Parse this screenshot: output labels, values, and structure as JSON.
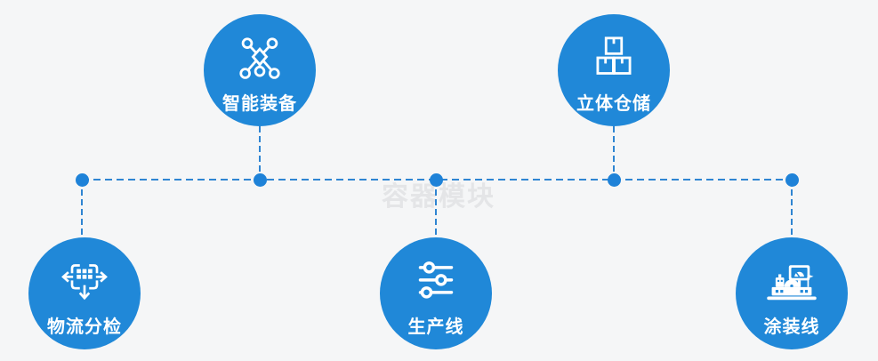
{
  "diagram": {
    "background_color": "#f5f6f7",
    "node_color": "#2088d8",
    "connector_color": "#2f85d2",
    "junction_dot_color": "#1e82d8",
    "label_color": "#ffffff",
    "watermark": {
      "text": "容器模块",
      "color": "#e4e5e7"
    },
    "nodes": [
      {
        "label": "智能装备",
        "icon": "network-nodes-icon",
        "row": "top"
      },
      {
        "label": "立体仓储",
        "icon": "stacked-boxes-icon",
        "row": "top"
      },
      {
        "label": "物流分检",
        "icon": "sorting-arrows-icon",
        "row": "bottom"
      },
      {
        "label": "生产线",
        "icon": "sliders-icon",
        "row": "bottom"
      },
      {
        "label": "涂装线",
        "icon": "console-machine-icon",
        "row": "bottom"
      }
    ]
  }
}
